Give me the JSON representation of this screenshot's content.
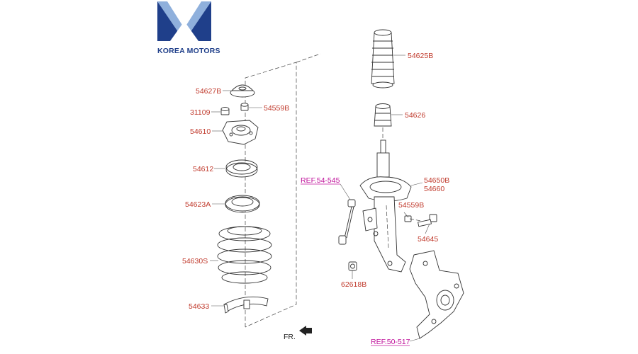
{
  "brand": {
    "name": "KOREA MOTORS",
    "logo_icon": "korea-motors-v-logo",
    "colors": {
      "dark": "#1f3f8a",
      "light": "#8fb0dc",
      "text": "#1f3f8a"
    }
  },
  "colors": {
    "part_label": "#c0392b",
    "ref_label": "#c0139b",
    "line": "#444444"
  },
  "left_parts": [
    {
      "id": "54627B",
      "label": "54627B"
    },
    {
      "id": "31109",
      "label": "31109"
    },
    {
      "id": "54559B_top",
      "label": "54559B"
    },
    {
      "id": "54610",
      "label": "54610"
    },
    {
      "id": "54612",
      "label": "54612"
    },
    {
      "id": "54623A",
      "label": "54623A"
    },
    {
      "id": "54630S",
      "label": "54630S"
    },
    {
      "id": "54633",
      "label": "54633"
    }
  ],
  "right_parts": [
    {
      "id": "54625B",
      "label": "54625B"
    },
    {
      "id": "54626",
      "label": "54626"
    },
    {
      "id": "54650B",
      "label": "54650B"
    },
    {
      "id": "54660",
      "label": "54660"
    },
    {
      "id": "54559B_mid",
      "label": "54559B"
    },
    {
      "id": "54645",
      "label": "54645"
    },
    {
      "id": "62618B",
      "label": "62618B"
    }
  ],
  "references": [
    {
      "id": "ref_54545",
      "label": "REF.54-545"
    },
    {
      "id": "ref_50517",
      "label": "REF.50-517"
    }
  ],
  "direction": {
    "label": "FR.",
    "icon": "front-arrow-icon"
  }
}
